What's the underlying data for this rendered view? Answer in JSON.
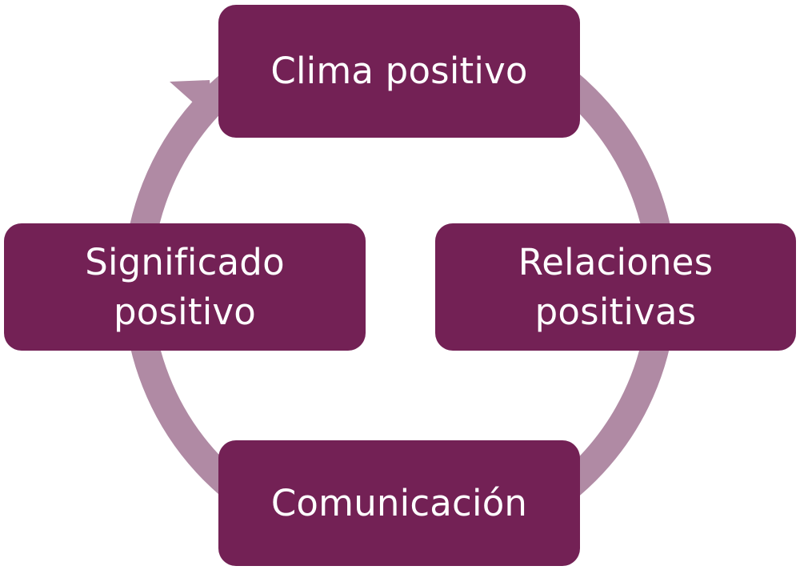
{
  "colors": {
    "node_fill": "#732155",
    "arrow_fill": "#b08aa4",
    "text": "#ffffff"
  },
  "nodes": {
    "top": {
      "lines": [
        "Clima positivo"
      ]
    },
    "right": {
      "lines": [
        "Relaciones",
        "positivas"
      ]
    },
    "bottom": {
      "lines": [
        "Comunicación"
      ]
    },
    "left": {
      "lines": [
        "Significado",
        "positivo"
      ]
    }
  }
}
